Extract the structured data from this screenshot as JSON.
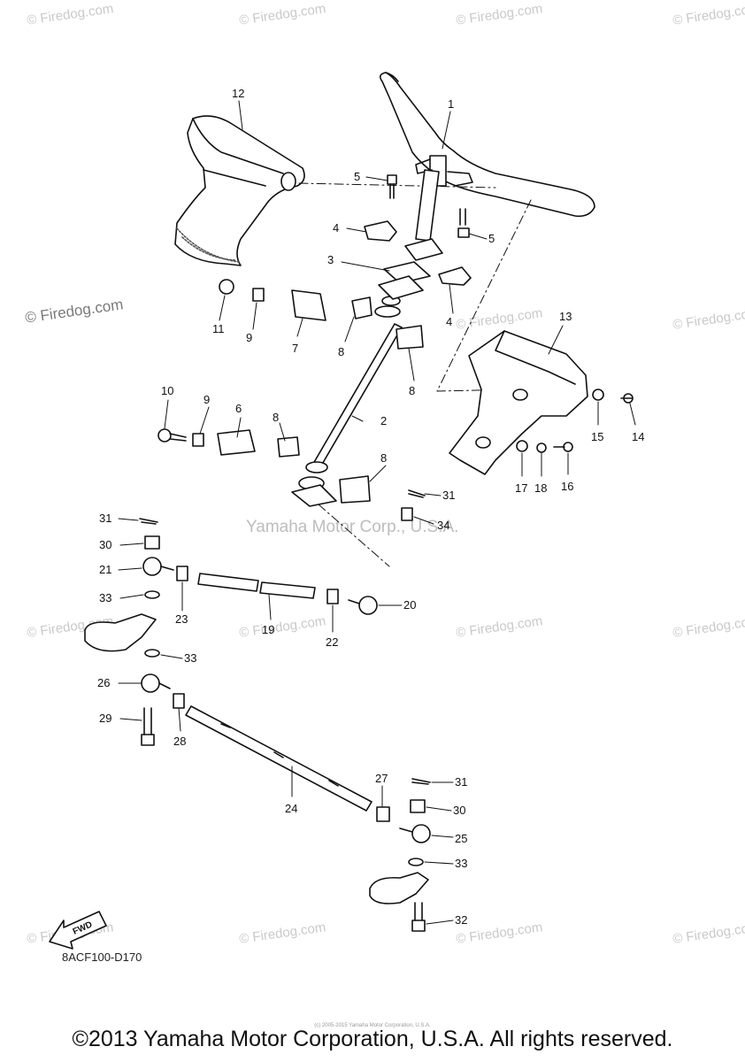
{
  "watermark": "© Firedog.com",
  "center_watermark": "Yamaha Motor Corp., U.S.A.",
  "diagram_code": "8ACF100-D170",
  "fwd_label": "FWD",
  "fine_print": "(c) 2005-2015 Yamaha Motor Corporation, U.S.A.",
  "copyright": "©2013 Yamaha Motor Corporation, U.S.A. All rights reserved.",
  "callouts": [
    "1",
    "2",
    "3",
    "4",
    "4",
    "5",
    "5",
    "6",
    "7",
    "8",
    "8",
    "8",
    "8",
    "9",
    "9",
    "10",
    "11",
    "12",
    "13",
    "14",
    "15",
    "16",
    "17",
    "18",
    "19",
    "20",
    "21",
    "22",
    "23",
    "24",
    "25",
    "26",
    "27",
    "28",
    "29",
    "30",
    "30",
    "31",
    "31",
    "31",
    "32",
    "33",
    "33",
    "33",
    "34"
  ]
}
